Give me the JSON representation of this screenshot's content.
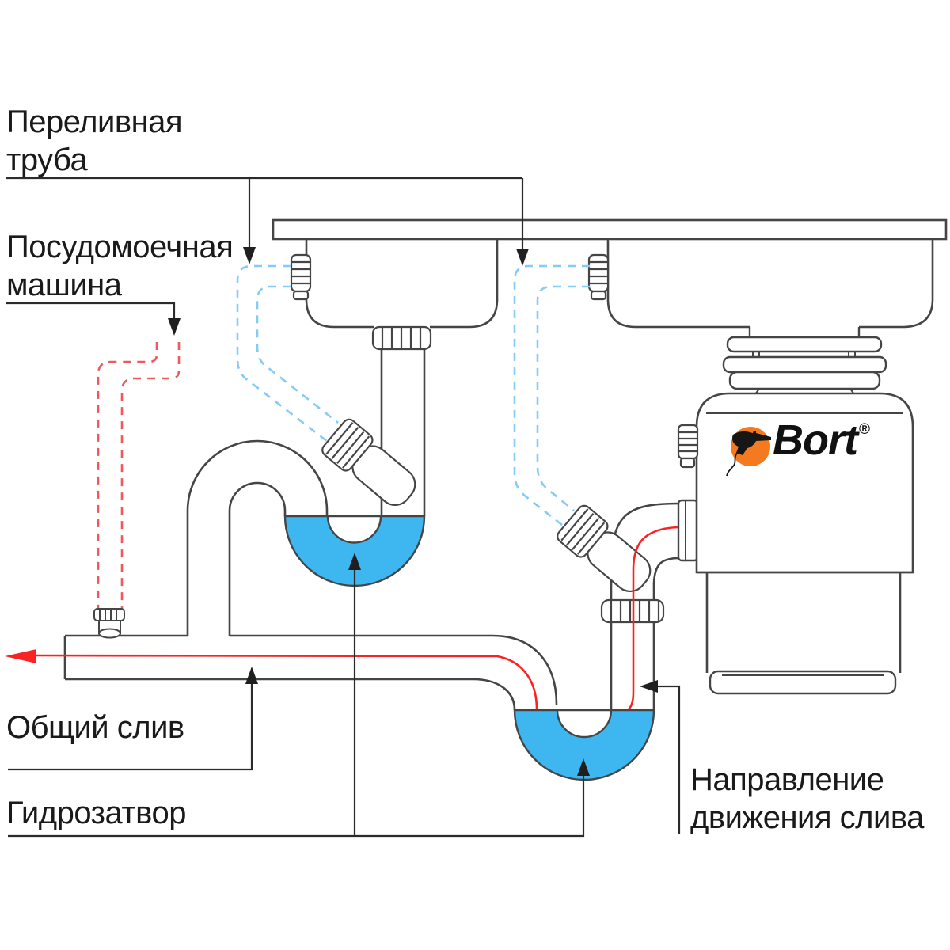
{
  "labels": {
    "overflow_pipe": "Переливная\nтруба",
    "dishwasher": "Посудомоечная\nмашина",
    "common_drain": "Общий слив",
    "water_trap": "Гидрозатвор",
    "flow_direction": "Направление\nдвижения слива"
  },
  "brand": {
    "wordmark": "Bort",
    "registered_mark": "®"
  },
  "colors": {
    "outline": "#454545",
    "leader": "#2b2b2b",
    "arrow_black": "#1f1f1f",
    "water_fill": "#3EB7F0",
    "overflow_dash_blue": "#84CBF5",
    "dishwasher_dash_red": "#F0595B",
    "flow_line_red": "#FA2323",
    "brand_orange": "#F4791F",
    "drill_black": "#161616"
  }
}
